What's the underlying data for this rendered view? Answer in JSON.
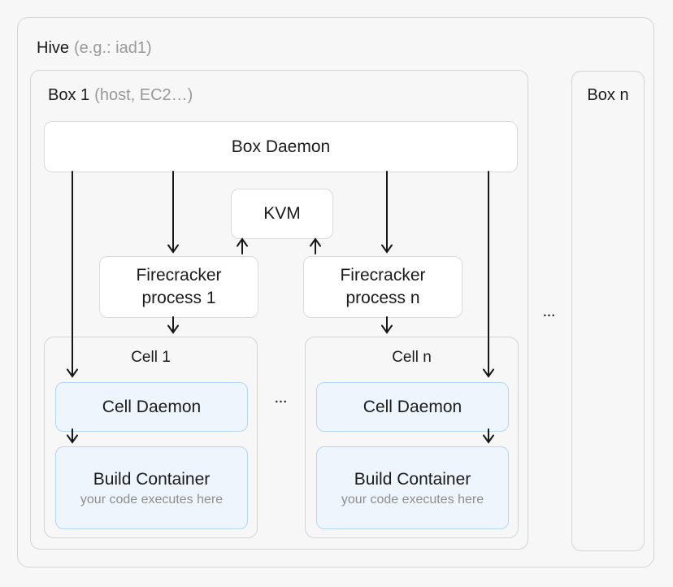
{
  "hive": {
    "title": "Hive",
    "subtitle": "(e.g.: iad1)"
  },
  "box1": {
    "title": "Box 1",
    "subtitle": "(host, EC2…)"
  },
  "box_n": {
    "title": "Box n"
  },
  "nodes": {
    "box_daemon": "Box Daemon",
    "kvm": "KVM",
    "firecracker1": {
      "line1": "Firecracker",
      "line2": "process 1"
    },
    "firecracker_n": {
      "line1": "Firecracker",
      "line2": "process n"
    }
  },
  "cells": [
    {
      "title": "Cell 1",
      "daemon_label": "Cell Daemon",
      "build": {
        "title": "Build Container",
        "subtitle": "your code executes here"
      }
    },
    {
      "title": "Cell n",
      "daemon_label": "Cell Daemon",
      "build": {
        "title": "Build Container",
        "subtitle": "your code executes here"
      }
    }
  ],
  "ellipsis": {
    "between_cells": "...",
    "between_boxes": "..."
  },
  "colors": {
    "background": "#f7f7f7",
    "container_border": "#d4d4d4",
    "node_fill": "#ffffff",
    "node_border": "#dbdbdb",
    "accent_fill": "#eef5fc",
    "accent_border": "#b6d6f3",
    "arrow": "#171717",
    "text": "#1b1b1b",
    "muted_text": "#999999"
  }
}
